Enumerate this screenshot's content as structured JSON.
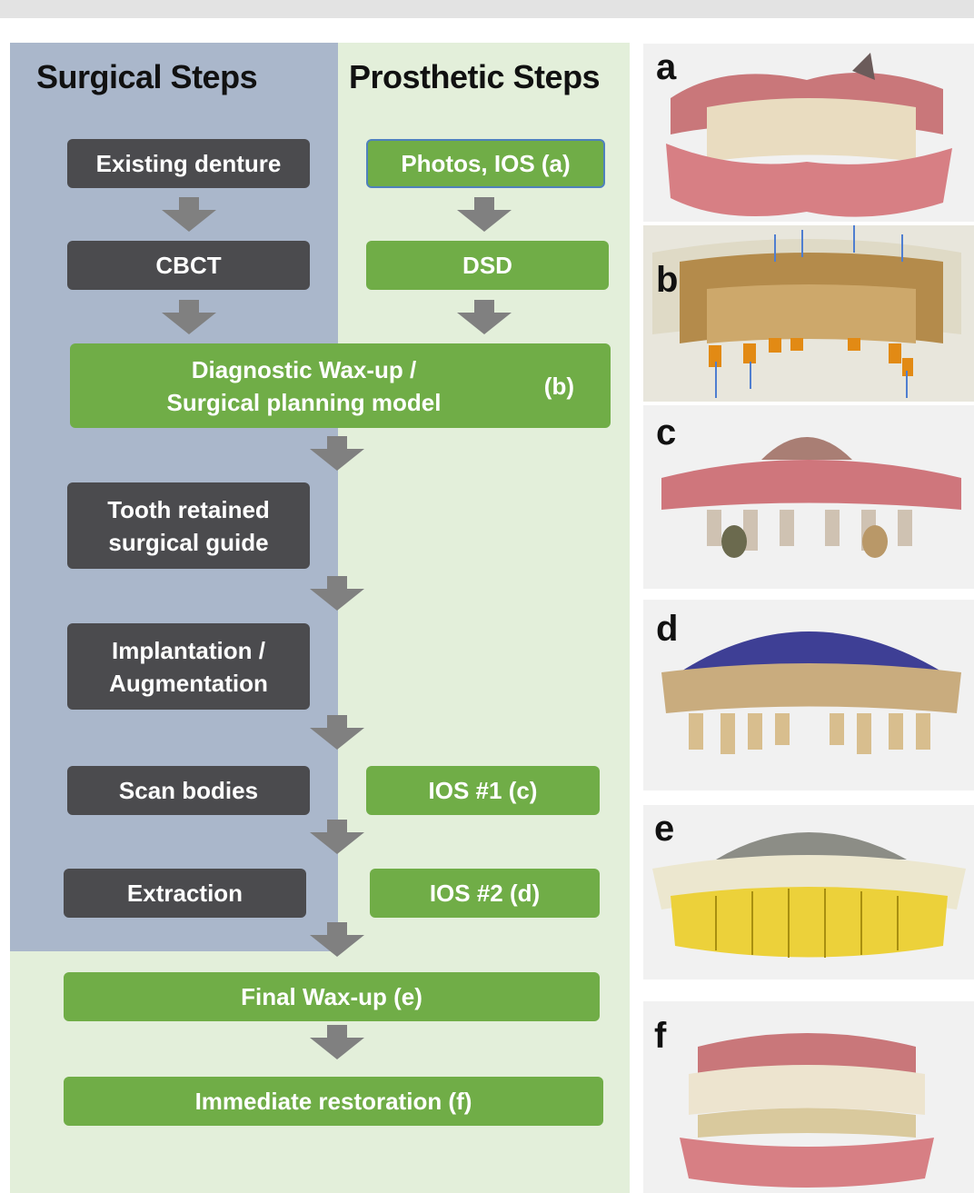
{
  "headers": {
    "surgical": "Surgical Steps",
    "prosthetic": "Prosthetic Steps"
  },
  "surgical_steps": {
    "existing_denture": "Existing denture",
    "cbct": "CBCT",
    "tooth_guide": "Tooth retained\nsurgical guide",
    "implantation": "Implantation /\nAugmentation",
    "scan_bodies": "Scan bodies",
    "extraction": "Extraction"
  },
  "prosthetic_steps": {
    "photos_ios": "Photos, IOS (a)",
    "dsd": "DSD",
    "ios1": "IOS #1 (c)",
    "ios2": "IOS #2 (d)"
  },
  "shared_steps": {
    "diagnostic_label": "Diagnostic Wax-up /\nSurgical planning model",
    "diagnostic_ref": "(b)",
    "final_waxup": "Final Wax-up (e)",
    "immediate": "Immediate restoration (f)"
  },
  "panels": [
    "a",
    "b",
    "c",
    "d",
    "e",
    "f"
  ],
  "colors": {
    "surgical_bg": "#aab7cb",
    "prosthetic_bg": "#e3efda",
    "grey_box": "#4b4b4e",
    "green_box": "#70ad47",
    "arrow": "#808080"
  }
}
